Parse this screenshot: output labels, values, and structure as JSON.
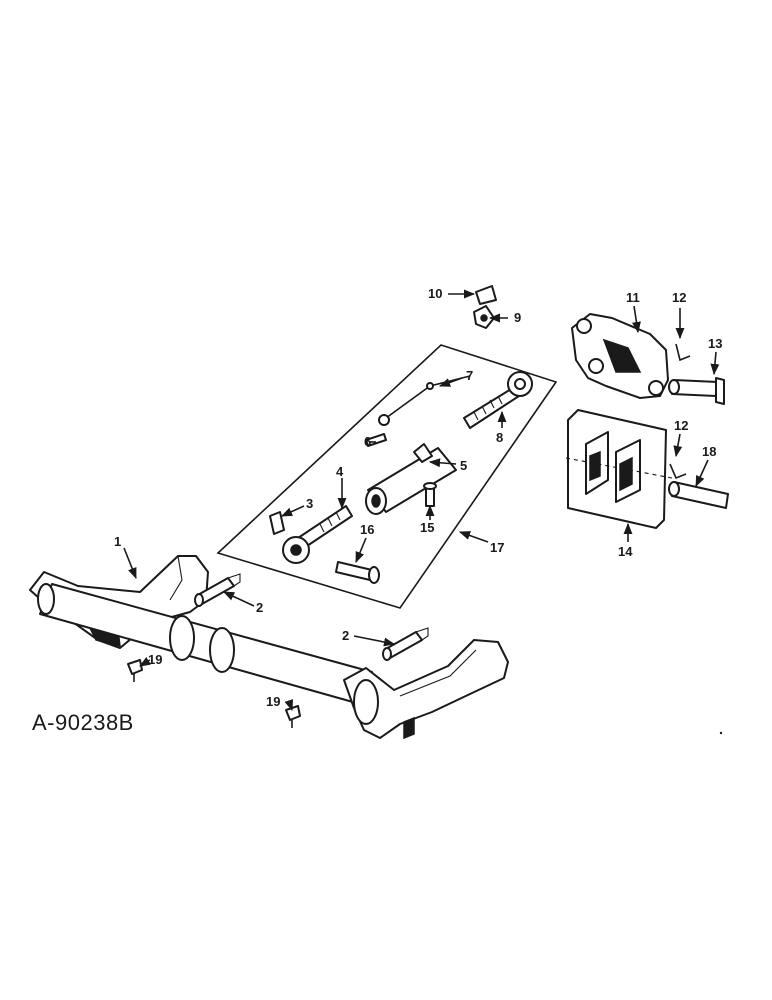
{
  "figure_id": "A-90238B",
  "callouts": [
    {
      "id": "c1",
      "label": "1"
    },
    {
      "id": "c2a",
      "label": "2"
    },
    {
      "id": "c2b",
      "label": "2"
    },
    {
      "id": "c3",
      "label": "3"
    },
    {
      "id": "c4",
      "label": "4"
    },
    {
      "id": "c5",
      "label": "5"
    },
    {
      "id": "c6",
      "label": "6"
    },
    {
      "id": "c7",
      "label": "7"
    },
    {
      "id": "c8",
      "label": "8"
    },
    {
      "id": "c9",
      "label": "9"
    },
    {
      "id": "c10",
      "label": "10"
    },
    {
      "id": "c11",
      "label": "11"
    },
    {
      "id": "c12a",
      "label": "12"
    },
    {
      "id": "c12b",
      "label": "12"
    },
    {
      "id": "c13",
      "label": "13"
    },
    {
      "id": "c14",
      "label": "14"
    },
    {
      "id": "c15",
      "label": "15"
    },
    {
      "id": "c16",
      "label": "16"
    },
    {
      "id": "c17",
      "label": "17"
    },
    {
      "id": "c18",
      "label": "18"
    },
    {
      "id": "c19a",
      "label": "19"
    },
    {
      "id": "c19b",
      "label": "19"
    }
  ]
}
